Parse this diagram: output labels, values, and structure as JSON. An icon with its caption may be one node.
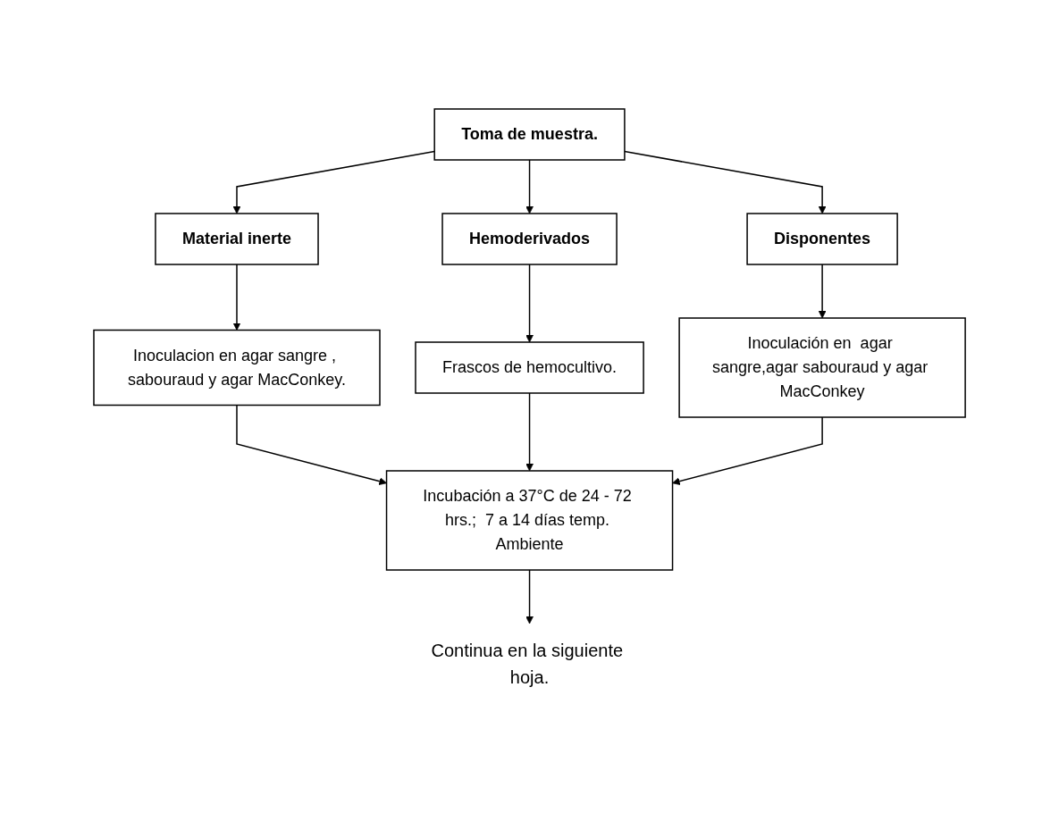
{
  "diagram": {
    "nodes": [
      {
        "text": [
          "Toma de muestra."
        ]
      },
      {
        "text": [
          "Material inerte"
        ]
      },
      {
        "text": [
          "Hemoderivados"
        ]
      },
      {
        "text": [
          "Disponentes"
        ]
      },
      {
        "text": [
          "Inoculacion en agar sangre , sabouraud y agar MacConkey."
        ]
      },
      {
        "text": [
          "Frascos de hemocultivo."
        ]
      },
      {
        "text": [
          "Inoculación en  agar sangre,agar sabouraud y agar MacConkey"
        ]
      },
      {
        "text": [
          "Incubación a 37°C de 24 - 72 hrs.;  7 a 14 días temp. Ambiente"
        ]
      },
      {
        "text": [
          "Continua en la siguiente hoja."
        ]
      }
    ],
    "edges": [
      {
        "from": 0,
        "to": 1,
        "arrow": "to"
      },
      {
        "from": 0,
        "to": 2,
        "arrow": "to"
      },
      {
        "from": 0,
        "to": 3,
        "arrow": "to"
      },
      {
        "from": 1,
        "to": 4,
        "arrow": "to"
      },
      {
        "from": 2,
        "to": 5,
        "arrow": "to"
      },
      {
        "from": 3,
        "to": 6,
        "arrow": "to"
      },
      {
        "from": 4,
        "to": 7,
        "arrow": "to"
      },
      {
        "from": 5,
        "to": 7,
        "arrow": "to"
      },
      {
        "from": 6,
        "to": 7,
        "arrow": "to"
      },
      {
        "from": 7,
        "to": 8,
        "arrow": "to"
      }
    ]
  }
}
